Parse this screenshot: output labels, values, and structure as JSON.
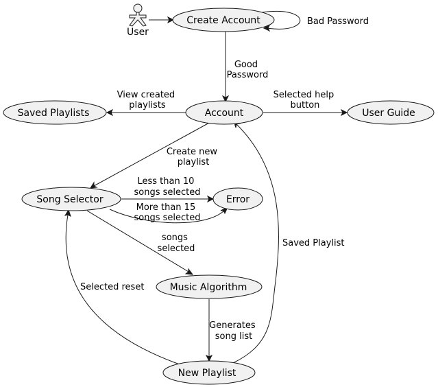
{
  "actor": {
    "name": "User"
  },
  "use_cases": {
    "create_account": "Create Account",
    "account": "Account",
    "saved_playlists": "Saved Playlists",
    "user_guide": "User Guide",
    "song_selector": "Song Selector",
    "error": "Error",
    "music_algorithm": "Music Algorithm",
    "new_playlist": "New Playlist"
  },
  "edges": {
    "bad_password": [
      "Bad Password"
    ],
    "good_password": [
      "Good",
      "Password"
    ],
    "view_created_playlists": [
      "View created",
      "playlists"
    ],
    "selected_help_button": [
      "Selected help",
      "button"
    ],
    "create_new_playlist": [
      "Create new",
      "playlist"
    ],
    "less_than_10": [
      "Less than 10",
      "songs selected"
    ],
    "more_than_15": [
      "More than 15",
      "songs selected"
    ],
    "songs_selected": [
      "songs",
      "selected"
    ],
    "generates_song_list": [
      "Generates",
      "song list"
    ],
    "selected_reset": [
      "Selected reset"
    ],
    "saved_playlist": [
      "Saved Playlist"
    ]
  }
}
